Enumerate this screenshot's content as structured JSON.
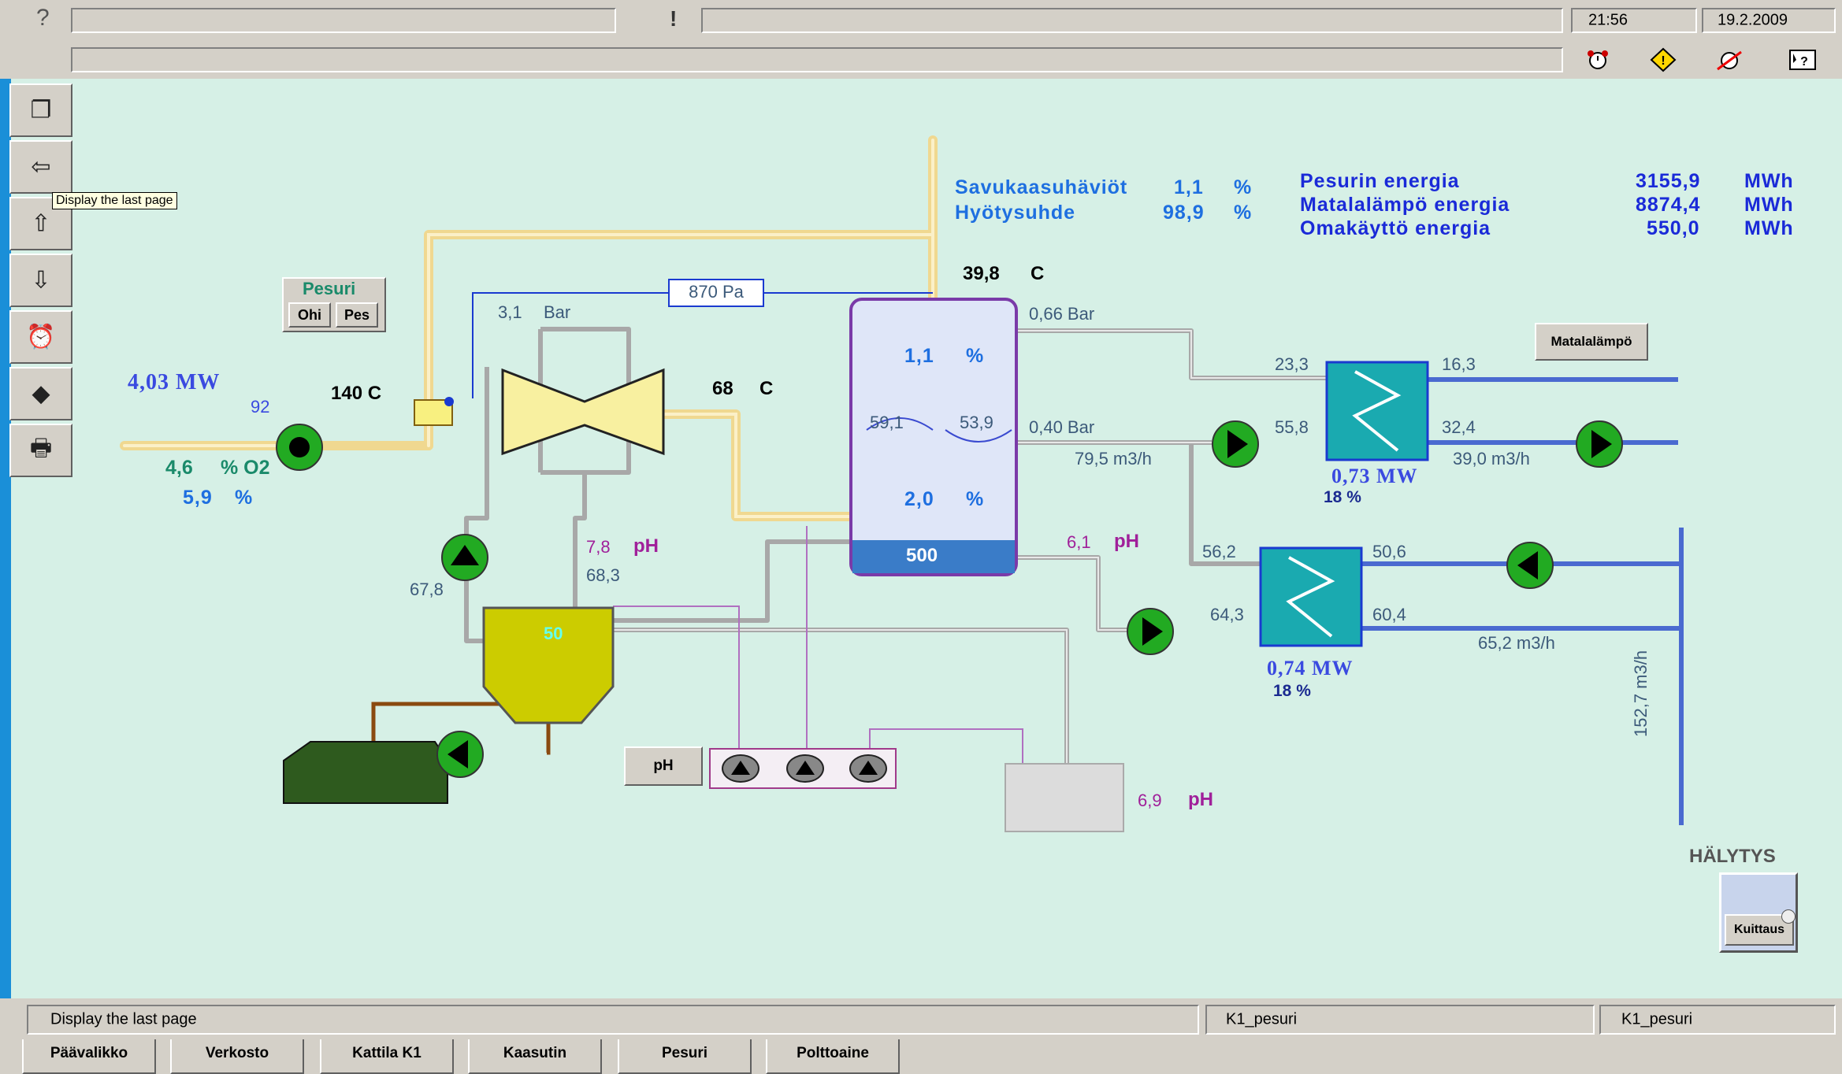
{
  "titlebar": {
    "help": "?",
    "alert": "!",
    "time": "21:56",
    "date": "19.2.2009"
  },
  "toolbar": {
    "icons": [
      "alarm-clock-icon",
      "warning-icon",
      "alarm-off-icon",
      "help-context-icon"
    ]
  },
  "sidebar": {
    "buttons": [
      "window-icon",
      "back-arrow-icon",
      "up-arrow-icon",
      "down-arrow-icon",
      "alarm-clock-icon",
      "warning-icon",
      "print-icon"
    ],
    "tooltip": "Display the last page"
  },
  "process": {
    "savukaasu_label": "Savukaasuhäviöt",
    "savukaasu_value": "1,1",
    "savukaasu_unit": "%",
    "hyotysuhde_label": "Hyötysuhde",
    "hyotysuhde_value": "98,9",
    "hyotysuhde_unit": "%",
    "energy": [
      {
        "label": "Pesurin energia",
        "value": "3155,9",
        "unit": "MWh"
      },
      {
        "label": "Matalalämpö energia",
        "value": "8874,4",
        "unit": "MWh"
      },
      {
        "label": "Omakäyttö energia",
        "value": "550,0",
        "unit": "MWh"
      }
    ],
    "pesuri_box": {
      "title": "Pesuri",
      "ohi": "Ohi",
      "pes": "Pes"
    },
    "pressure_pa": "870 Pa",
    "bar_left_value": "3,1",
    "bar_left_unit": "Bar",
    "flue_temp_top": "39,8",
    "flue_temp_top_unit": "C",
    "inlet_power": "4,03 MW",
    "inlet_92": "92",
    "inlet_temp": "140 C",
    "o2_value": "4,6",
    "o2_unit": "% O2",
    "inlet_pct_value": "5,9",
    "inlet_pct_unit": "%",
    "temp_68": "68",
    "temp_68_unit": "C",
    "tower_top_pct": "1,1",
    "tower_top_pct_unit": "%",
    "tower_val_a": "59,1",
    "tower_val_b": "53,9",
    "tower_mid_pct": "2,0",
    "tower_mid_pct_unit": "%",
    "tower_level": "500",
    "bar_066": "0,66 Bar",
    "bar_040": "0,40 Bar",
    "flow_795": "79,5 m3/h",
    "ph_61_value": "6,1",
    "ph_unit": "pH",
    "ph_78_value": "7,8",
    "value_683": "68,3",
    "value_678": "67,8",
    "tank_level": "50",
    "ph_button": "pH",
    "ph_69_value": "6,9",
    "matalalampo_button": "Matalalämpö",
    "hx1": {
      "in_top": "23,3",
      "out_top": "16,3",
      "in_bot": "55,8",
      "out_bot": "32,4",
      "flow": "39,0 m3/h",
      "power": "0,73 MW",
      "pct": "18 %"
    },
    "hx2": {
      "in_top": "56,2",
      "out_top": "50,6",
      "in_bot": "64,3",
      "out_bot": "60,4",
      "flow": "65,2 m3/h",
      "power": "0,74 MW",
      "pct": "18 %"
    },
    "vertical_flow": "152,7 m3/h",
    "halytys": "HÄLYTYS",
    "kuittaus": "Kuittaus"
  },
  "nav": [
    "Päävalikko",
    "Verkosto",
    "Kattila K1",
    "Kaasutin",
    "Pesuri",
    "Polttoaine"
  ],
  "status": {
    "message": "Display the last page",
    "page1": "K1_pesuri",
    "page2": "K1_pesuri"
  },
  "colors": {
    "background": "#d6f0e6",
    "pipe": "#f5dfa0",
    "pump": "#22aa22",
    "hx": "#1aaab0",
    "tower_level": "#3a7cc8",
    "tank": "#cccc00"
  }
}
